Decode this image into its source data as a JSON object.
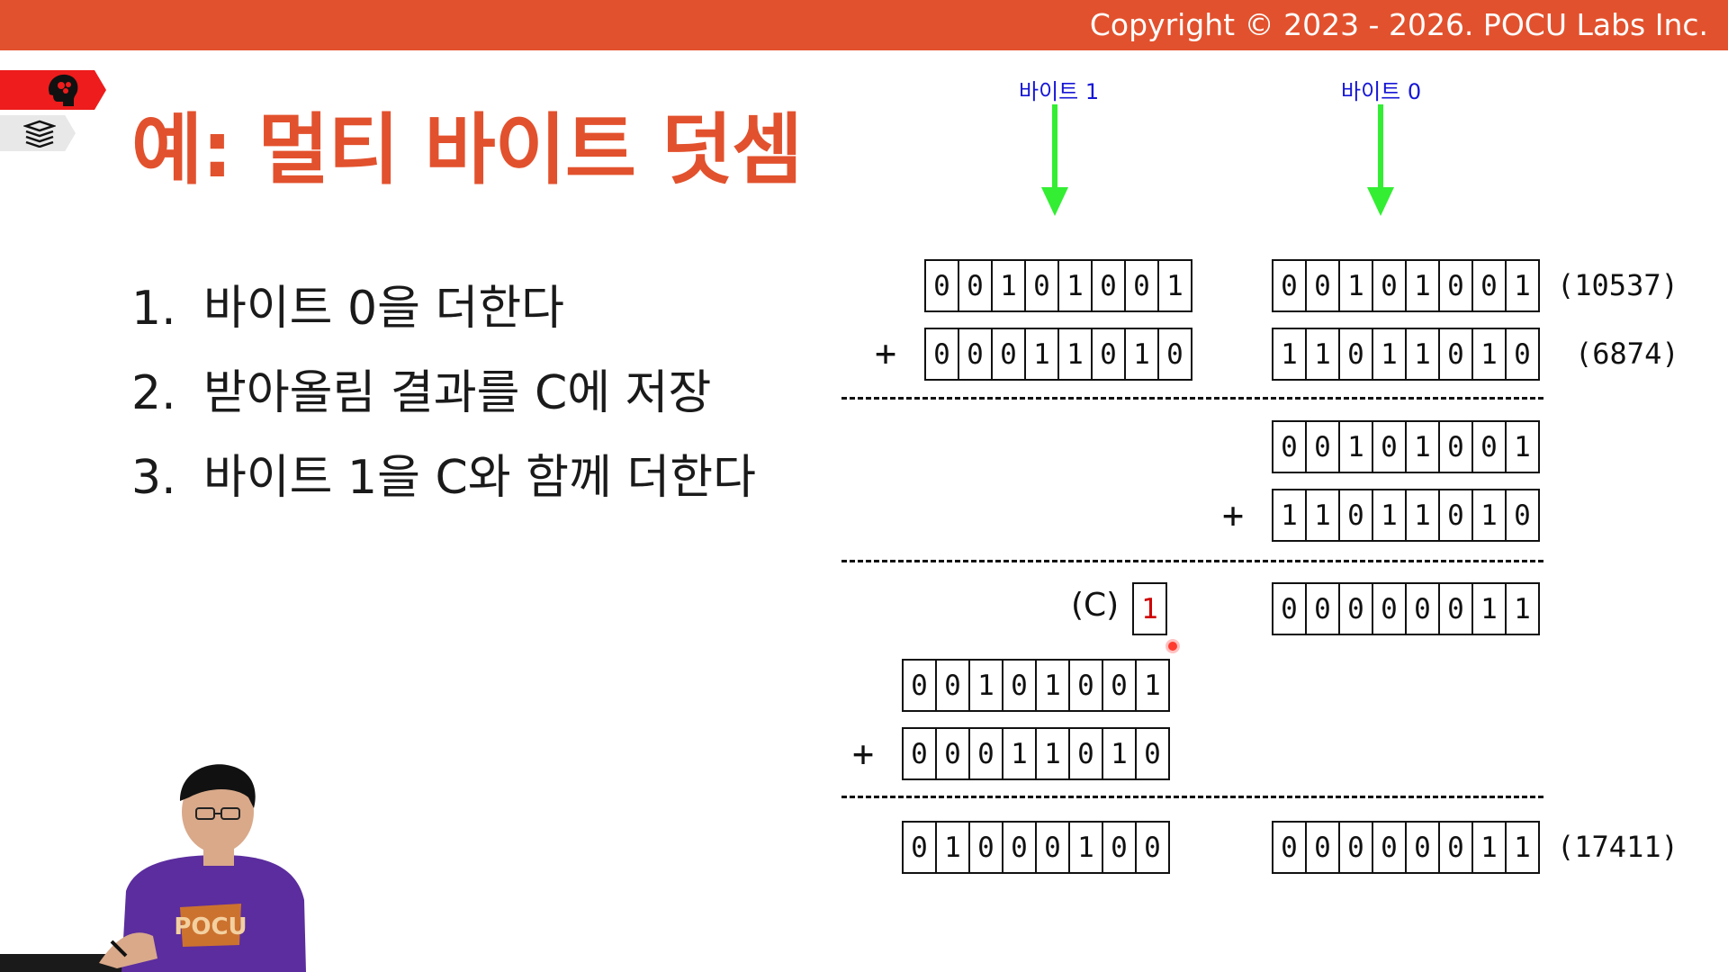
{
  "header": {
    "copyright": "Copyright © 2023 - 2026. POCU Labs Inc."
  },
  "nav_icons": [
    "brain-icon",
    "books-icon"
  ],
  "slide": {
    "title": "예: 멀티 바이트 덧셈",
    "steps": [
      {
        "num": "1.",
        "text": "바이트 0을 더한다"
      },
      {
        "num": "2.",
        "text": "받아올림 결과를 C에 저장"
      },
      {
        "num": "3.",
        "text": "바이트 1을 C와 함께 더한다"
      }
    ]
  },
  "diagram": {
    "byte1_label": "바이트 1",
    "byte0_label": "바이트 0",
    "arrow_color": "#33ee33",
    "rows": [
      {
        "byte1": "00101001",
        "byte0": "00101001",
        "decimal": "(10537)"
      },
      {
        "byte1": "00011010",
        "byte0": "11011010",
        "decimal": "(6874)",
        "plus": "+"
      }
    ],
    "step1": {
      "a": "00101001",
      "b": "11011010",
      "plus": "+",
      "result": "00000011"
    },
    "carry_label": "(C)",
    "carry_value": "1",
    "step2": {
      "a": "00101001",
      "b": "00011010",
      "plus": "+"
    },
    "final": {
      "byte1": "01000100",
      "byte0": "00000011",
      "decimal": "(17411)"
    }
  },
  "presenter": {
    "shirt_text": "POCU"
  }
}
